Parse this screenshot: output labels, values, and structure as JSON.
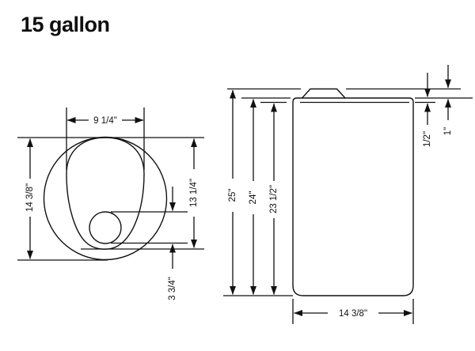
{
  "title": "15 gallon",
  "drawing": {
    "top_view": {
      "width_label": "9 1/4\"",
      "diameter_label": "14 3/8\"",
      "length_label": "13 1/4\"",
      "fitting_label": "3 3/4\""
    },
    "side_view": {
      "overall_height_label": "25\"",
      "lip_height_label": "24\"",
      "body_height_label": "23 1/2\"",
      "lip_thickness_label": "1/2\"",
      "cap_height_label": "1\"",
      "base_width_label": "14 3/8\""
    }
  },
  "colors": {
    "line": "#111111",
    "background": "#ffffff"
  }
}
